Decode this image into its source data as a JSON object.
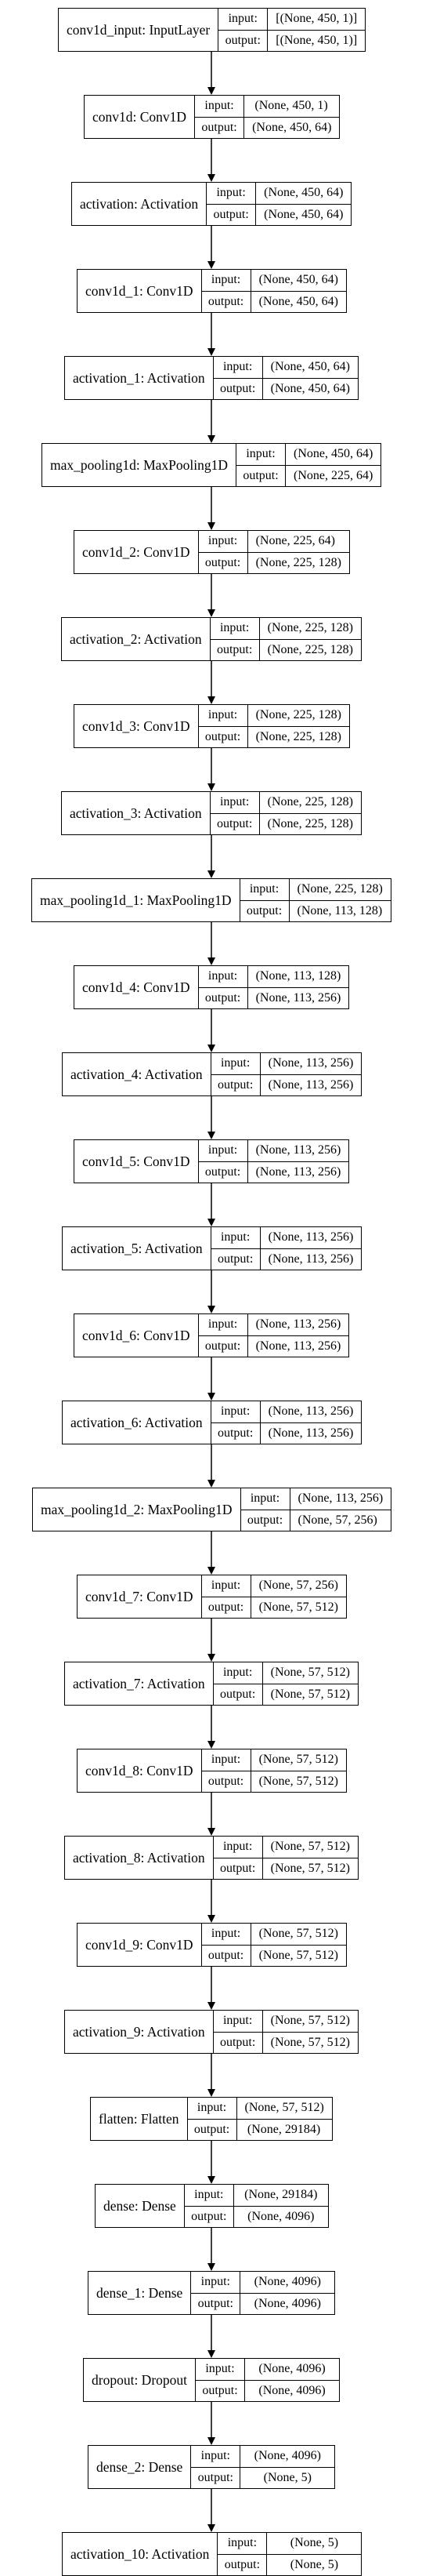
{
  "io_labels": {
    "input": "input:",
    "output": "output:"
  },
  "layers": [
    {
      "name": "conv1d_input: InputLayer",
      "input": "[(None, 450, 1)]",
      "output": "[(None, 450, 1)]"
    },
    {
      "name": "conv1d: Conv1D",
      "input": "(None, 450, 1)",
      "output": "(None, 450, 64)"
    },
    {
      "name": "activation: Activation",
      "input": "(None, 450, 64)",
      "output": "(None, 450, 64)"
    },
    {
      "name": "conv1d_1: Conv1D",
      "input": "(None, 450, 64)",
      "output": "(None, 450, 64)"
    },
    {
      "name": "activation_1: Activation",
      "input": "(None, 450, 64)",
      "output": "(None, 450, 64)"
    },
    {
      "name": "max_pooling1d: MaxPooling1D",
      "input": "(None, 450, 64)",
      "output": "(None, 225, 64)"
    },
    {
      "name": "conv1d_2: Conv1D",
      "input": "(None, 225, 64)",
      "output": "(None, 225, 128)"
    },
    {
      "name": "activation_2: Activation",
      "input": "(None, 225, 128)",
      "output": "(None, 225, 128)"
    },
    {
      "name": "conv1d_3: Conv1D",
      "input": "(None, 225, 128)",
      "output": "(None, 225, 128)"
    },
    {
      "name": "activation_3: Activation",
      "input": "(None, 225, 128)",
      "output": "(None, 225, 128)"
    },
    {
      "name": "max_pooling1d_1: MaxPooling1D",
      "input": "(None, 225, 128)",
      "output": "(None, 113, 128)"
    },
    {
      "name": "conv1d_4: Conv1D",
      "input": "(None, 113, 128)",
      "output": "(None, 113, 256)"
    },
    {
      "name": "activation_4: Activation",
      "input": "(None, 113, 256)",
      "output": "(None, 113, 256)"
    },
    {
      "name": "conv1d_5: Conv1D",
      "input": "(None, 113, 256)",
      "output": "(None, 113, 256)"
    },
    {
      "name": "activation_5: Activation",
      "input": "(None, 113, 256)",
      "output": "(None, 113, 256)"
    },
    {
      "name": "conv1d_6: Conv1D",
      "input": "(None, 113, 256)",
      "output": "(None, 113, 256)"
    },
    {
      "name": "activation_6: Activation",
      "input": "(None, 113, 256)",
      "output": "(None, 113, 256)"
    },
    {
      "name": "max_pooling1d_2: MaxPooling1D",
      "input": "(None, 113, 256)",
      "output": "(None, 57, 256)"
    },
    {
      "name": "conv1d_7: Conv1D",
      "input": "(None, 57, 256)",
      "output": "(None, 57, 512)"
    },
    {
      "name": "activation_7: Activation",
      "input": "(None, 57, 512)",
      "output": "(None, 57, 512)"
    },
    {
      "name": "conv1d_8: Conv1D",
      "input": "(None, 57, 512)",
      "output": "(None, 57, 512)"
    },
    {
      "name": "activation_8: Activation",
      "input": "(None, 57, 512)",
      "output": "(None, 57, 512)"
    },
    {
      "name": "conv1d_9: Conv1D",
      "input": "(None, 57, 512)",
      "output": "(None, 57, 512)"
    },
    {
      "name": "activation_9: Activation",
      "input": "(None, 57, 512)",
      "output": "(None, 57, 512)"
    },
    {
      "name": "flatten: Flatten",
      "input": "(None, 57, 512)",
      "output": "(None, 29184)"
    },
    {
      "name": "dense: Dense",
      "input": "(None, 29184)",
      "output": "(None, 4096)"
    },
    {
      "name": "dense_1: Dense",
      "input": "(None, 4096)",
      "output": "(None, 4096)"
    },
    {
      "name": "dropout: Dropout",
      "input": "(None, 4096)",
      "output": "(None, 4096)"
    },
    {
      "name": "dense_2: Dense",
      "input": "(None, 4096)",
      "output": "(None, 5)"
    },
    {
      "name": "activation_10: Activation",
      "input": "(None, 5)",
      "output": "(None, 5)"
    }
  ]
}
